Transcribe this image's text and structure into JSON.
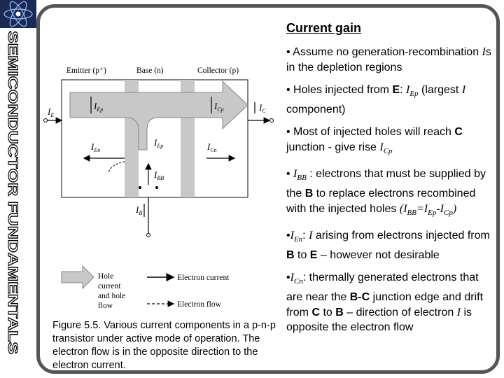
{
  "side_title": "SEMICONDUCTOR FUNDAMENTALS",
  "slide_title": "Current gain",
  "bullets": {
    "b1_a": "• Assume no generation-recombination ",
    "b1_i": "I",
    "b1_b": "s in the depletion regions",
    "b2_a": "• Holes injected from ",
    "b2_e": "E",
    "b2_b": ": ",
    "b2_sym": "I",
    "b2_sub": "Ep",
    "b2_c": " (largest ",
    "b2_i": "I",
    "b2_d": " component)",
    "b3_a": "• Most of injected holes will reach ",
    "b3_c": "C",
    "b3_b": " junction - give rise ",
    "b3_sym": "I",
    "b3_sub": "Cp",
    "b4_a": "• ",
    "b4_sym": "I",
    "b4_sub": "BB",
    "b4_b": " : electrons that must be supplied by the ",
    "b4_bb": "B",
    "b4_c": " to replace electrons recombined with the injected holes ",
    "b4_eq": "(I",
    "b4_eq_sub1": "BB",
    "b4_eq2": "=I",
    "b4_eq_sub2": "Ep",
    "b4_eq3": "-I",
    "b4_eq_sub3": "Cp",
    "b4_eq4": ")",
    "b5_a": "•",
    "b5_sym": "I",
    "b5_sub": "En",
    "b5_b": ": ",
    "b5_i": "I",
    "b5_c": " arising from electrons injected from ",
    "b5_bb": "B",
    "b5_d": " to ",
    "b5_e": "E",
    "b5_f": " – however not desirable",
    "b6_a": "•",
    "b6_sym": "I",
    "b6_sub": "Cn",
    "b6_b": ": thermally generated electrons that are near the ",
    "b6_bc": "B-C",
    "b6_c": " junction edge and drift from ",
    "b6_cc": "C",
    "b6_d": " to ",
    "b6_bb": "B",
    "b6_e": " – direction of electron ",
    "b6_i": "I",
    "b6_f": " is opposite the electron flow"
  },
  "caption": "Figure 5.5. Various current components in a p-n-p transistor under active mode of operation. The electron flow is in the opposite direction to the electron current.",
  "diagram": {
    "emitter": "Emitter (p⁺)",
    "base": "Base (n)",
    "collector": "Collector (p)",
    "IE_I": "I",
    "IE_sub": "E",
    "IEp_I": "I",
    "IEp_sub": "Ep",
    "ICp_I": "I",
    "ICp_sub": "Cp",
    "IC_I": "I",
    "IC_sub": "C",
    "IEn_I": "I",
    "IEn_sub": "En",
    "IEp2_I": "I",
    "IEp2_sub": "Ep",
    "ICn_I": "I",
    "ICn_sub": "Cn",
    "IBB_I": "I",
    "IBB_sub": "BB",
    "IB_I": "I",
    "IB_sub": "B",
    "legend_hole_1": "Hole",
    "legend_hole_2": "current",
    "legend_hole_3": "and hole",
    "legend_hole_4": "flow",
    "legend_ecurrent": "Electron current",
    "legend_eflow": "Electron flow"
  },
  "colors": {
    "frame": "#555555",
    "arrow_fill": "#c8c8c8",
    "band": "#c8c8c8"
  }
}
